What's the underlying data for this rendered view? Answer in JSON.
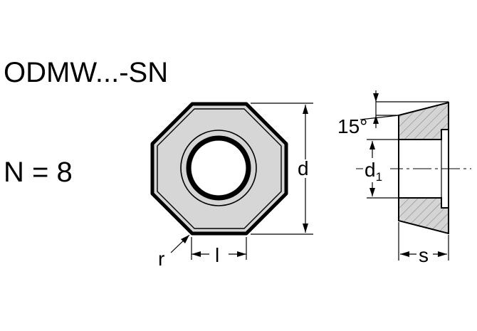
{
  "diagram": {
    "title": "ODMW...-SN",
    "corner_count_label": "N = 8",
    "labels": {
      "d": "d",
      "d1_base": "d",
      "d1_sub": "1",
      "l": "l",
      "r": "r",
      "s": "s",
      "angle": "15°"
    },
    "colors": {
      "insert_fill": "#d6d6d6",
      "hatch_fill": "#d4d4d4",
      "stroke": "#000000",
      "background": "#ffffff"
    }
  }
}
